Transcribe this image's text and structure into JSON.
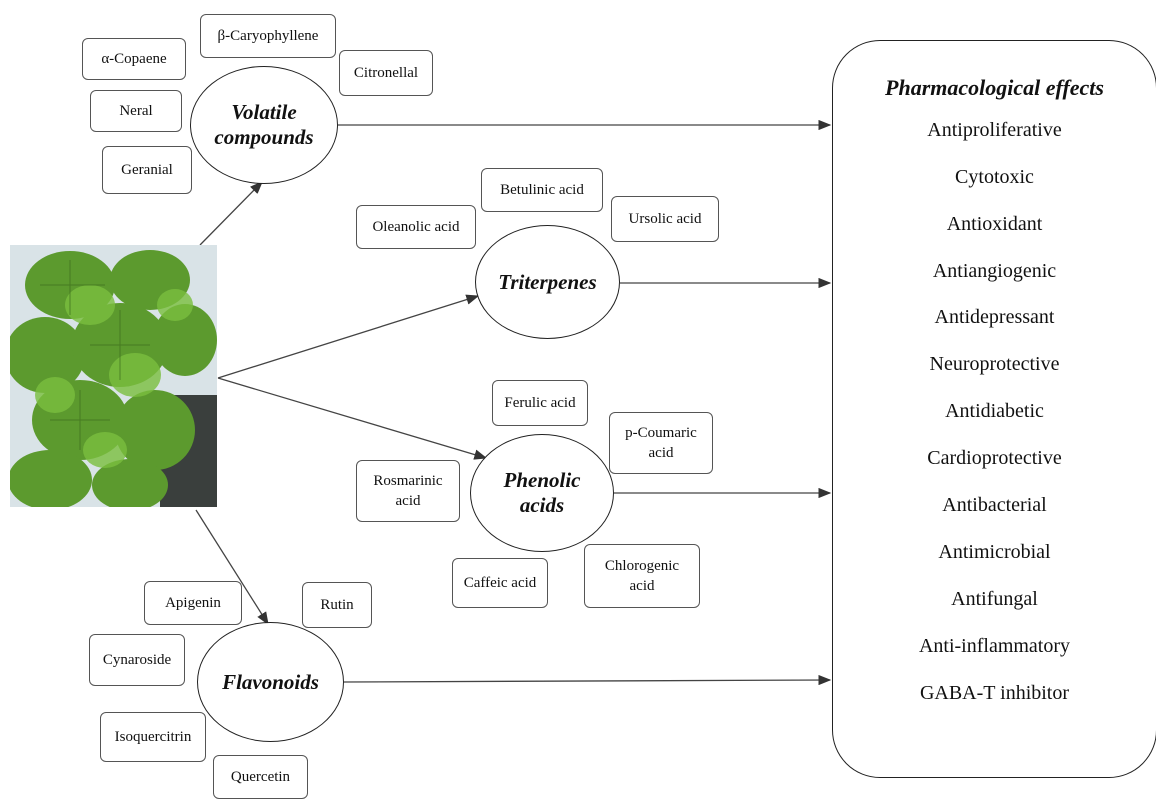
{
  "groups": {
    "volatile": {
      "label": "Volatile\ncompounds",
      "items": [
        "α-Copaene",
        "β-Caryophyllene",
        "Citronellal",
        "Neral",
        "Geranial"
      ]
    },
    "triterpenes": {
      "label": "Triterpenes",
      "items": [
        "Betulinic acid",
        "Oleanolic acid",
        "Ursolic acid"
      ]
    },
    "phenolic": {
      "label": "Phenolic\nacids",
      "items": [
        "Ferulic acid",
        "p-Coumaric\nacid",
        "Rosmarinic\nacid",
        "Caffeic acid",
        "Chlorogenic\nacid"
      ]
    },
    "flavonoids": {
      "label": "Flavonoids",
      "items": [
        "Apigenin",
        "Rutin",
        "Cynaroside",
        "Isoquercitrin",
        "Quercetin"
      ]
    }
  },
  "effects": {
    "title": "Pharmacological effects",
    "items": [
      "Antiproliferative",
      "Cytotoxic",
      "Antioxidant",
      "Antiangiogenic",
      "Antidepressant",
      "Neuroprotective",
      "Antidiabetic",
      "Cardioprotective",
      "Antibacterial",
      "Antimicrobial",
      "Antifungal",
      "Anti-inflammatory",
      "GABA-T inhibitor"
    ]
  }
}
